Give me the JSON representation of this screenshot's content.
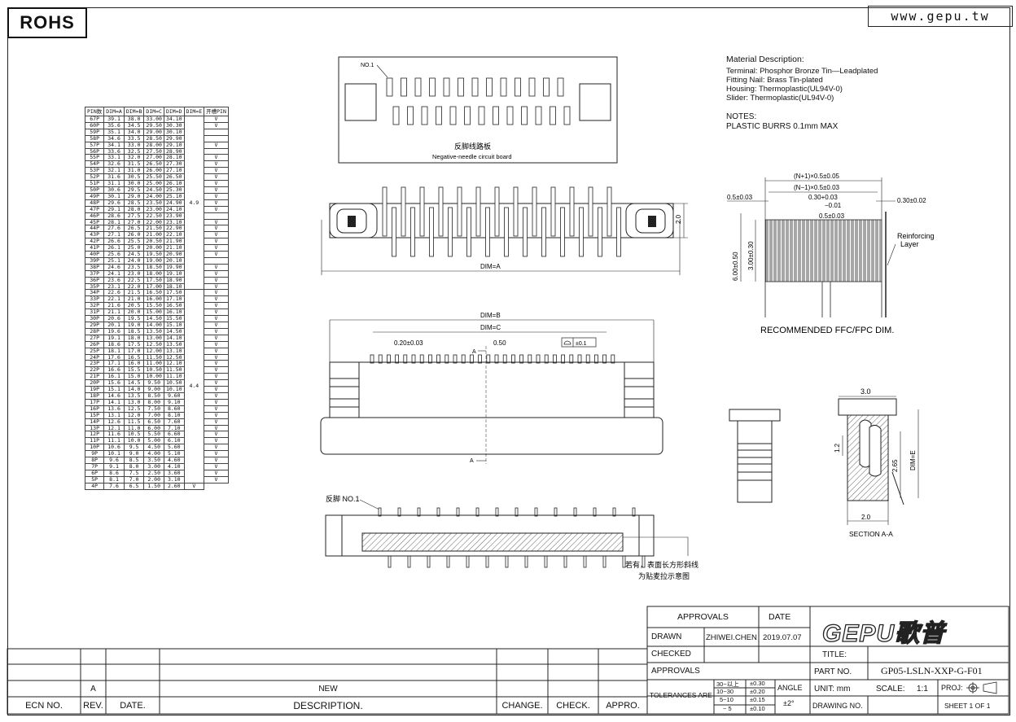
{
  "header": {
    "rohs": "ROHS",
    "website": "www.gepu.tw"
  },
  "pin_table": {
    "headers": [
      "PIN数",
      "DIM=A",
      "DIM=B",
      "DIM=C",
      "DIM=D",
      "DIM=E",
      "开槽PIN"
    ],
    "rows": [
      [
        "67P",
        "39.1",
        "38.0",
        "33.00",
        "34.10",
        "V"
      ],
      [
        "60P",
        "35.6",
        "34.5",
        "29.50",
        "30.30",
        "V"
      ],
      [
        "59P",
        "35.1",
        "34.0",
        "29.00",
        "30.10",
        ""
      ],
      [
        "58P",
        "34.6",
        "33.5",
        "28.50",
        "29.90",
        ""
      ],
      [
        "57P",
        "34.1",
        "33.0",
        "28.00",
        "29.10",
        "V"
      ],
      [
        "56P",
        "33.6",
        "32.5",
        "27.50",
        "28.90",
        ""
      ],
      [
        "55P",
        "33.1",
        "32.0",
        "27.00",
        "28.10",
        "V"
      ],
      [
        "54P",
        "32.6",
        "31.5",
        "26.50",
        "27.30",
        "V"
      ],
      [
        "53P",
        "32.1",
        "31.0",
        "26.00",
        "27.10",
        "V"
      ],
      [
        "52P",
        "31.6",
        "30.5",
        "25.50",
        "26.50",
        "V"
      ],
      [
        "51P",
        "31.1",
        "30.0",
        "25.00",
        "26.10",
        "V"
      ],
      [
        "50P",
        "30.6",
        "29.5",
        "24.50",
        "25.30",
        "V"
      ],
      [
        "49P",
        "30.1",
        "29.0",
        "24.00",
        "25.10",
        "V"
      ],
      [
        "48P",
        "29.6",
        "28.5",
        "23.50",
        "24.90",
        "V"
      ],
      [
        "47P",
        "29.1",
        "28.0",
        "23.00",
        "24.10",
        "V"
      ],
      [
        "46P",
        "28.6",
        "27.5",
        "22.50",
        "23.90",
        ""
      ],
      [
        "45P",
        "28.1",
        "27.0",
        "22.00",
        "23.10",
        "V"
      ],
      [
        "44P",
        "27.6",
        "26.5",
        "21.50",
        "22.90",
        "V"
      ],
      [
        "43P",
        "27.1",
        "26.0",
        "21.00",
        "22.10",
        "V"
      ],
      [
        "42P",
        "26.6",
        "25.5",
        "20.50",
        "21.90",
        "V"
      ],
      [
        "41P",
        "26.1",
        "25.0",
        "20.00",
        "21.10",
        "V"
      ],
      [
        "40P",
        "25.6",
        "24.5",
        "19.50",
        "20.90",
        "V"
      ],
      [
        "39P",
        "25.1",
        "24.0",
        "19.00",
        "20.10",
        ""
      ],
      [
        "38P",
        "24.6",
        "23.5",
        "18.50",
        "19.90",
        "V"
      ],
      [
        "37P",
        "24.1",
        "23.0",
        "18.00",
        "19.10",
        "V"
      ],
      [
        "36P",
        "23.6",
        "22.5",
        "17.50",
        "18.90",
        "V"
      ],
      [
        "35P",
        "23.1",
        "22.0",
        "17.00",
        "18.10",
        "V"
      ],
      [
        "34P",
        "22.6",
        "21.5",
        "16.50",
        "17.50",
        "V"
      ],
      [
        "33P",
        "22.1",
        "21.0",
        "16.00",
        "17.10",
        "V"
      ],
      [
        "32P",
        "21.6",
        "20.5",
        "15.50",
        "16.50",
        "V"
      ],
      [
        "31P",
        "21.1",
        "20.0",
        "15.00",
        "16.10",
        "V"
      ],
      [
        "30P",
        "20.6",
        "19.5",
        "14.50",
        "15.50",
        "V"
      ],
      [
        "29P",
        "20.1",
        "19.0",
        "14.00",
        "15.10",
        "V"
      ],
      [
        "28P",
        "19.6",
        "18.5",
        "13.50",
        "14.50",
        "V"
      ],
      [
        "27P",
        "19.1",
        "18.0",
        "13.00",
        "14.10",
        "V"
      ],
      [
        "26P",
        "18.6",
        "17.5",
        "12.50",
        "13.50",
        "V"
      ],
      [
        "25P",
        "18.1",
        "17.0",
        "12.00",
        "13.10",
        "V"
      ],
      [
        "24P",
        "17.6",
        "16.5",
        "11.50",
        "12.50",
        "V"
      ],
      [
        "23P",
        "17.1",
        "16.0",
        "11.00",
        "12.10",
        "V"
      ],
      [
        "22P",
        "16.6",
        "15.5",
        "10.50",
        "11.50",
        "V"
      ],
      [
        "21P",
        "16.1",
        "15.0",
        "10.00",
        "11.10",
        "V"
      ],
      [
        "20P",
        "15.6",
        "14.5",
        "9.50",
        "10.50",
        "V"
      ],
      [
        "19P",
        "15.1",
        "14.0",
        "9.00",
        "10.10",
        "V"
      ],
      [
        "18P",
        "14.6",
        "13.5",
        "8.50",
        "9.60",
        "V"
      ],
      [
        "17P",
        "14.1",
        "13.0",
        "8.00",
        "9.10",
        "V"
      ],
      [
        "16P",
        "13.6",
        "12.5",
        "7.50",
        "8.60",
        "V"
      ],
      [
        "15P",
        "13.1",
        "12.0",
        "7.00",
        "8.10",
        "V"
      ],
      [
        "14P",
        "12.6",
        "11.5",
        "6.50",
        "7.60",
        "V"
      ],
      [
        "13P",
        "12.1",
        "11.0",
        "6.00",
        "7.10",
        "V"
      ],
      [
        "12P",
        "11.6",
        "10.5",
        "5.50",
        "6.60",
        "V"
      ],
      [
        "11P",
        "11.1",
        "10.0",
        "5.00",
        "6.10",
        "V"
      ],
      [
        "10P",
        "10.6",
        "9.5",
        "4.50",
        "5.60",
        "V"
      ],
      [
        "9P",
        "10.1",
        "9.0",
        "4.00",
        "5.10",
        "V"
      ],
      [
        "8P",
        "9.6",
        "8.5",
        "3.50",
        "4.60",
        "V"
      ],
      [
        "7P",
        "9.1",
        "8.0",
        "3.00",
        "4.10",
        "V"
      ],
      [
        "6P",
        "8.6",
        "7.5",
        "2.50",
        "3.60",
        "V"
      ],
      [
        "5P",
        "8.1",
        "7.0",
        "2.00",
        "3.10",
        "V"
      ],
      [
        "4P",
        "7.6",
        "6.5",
        "1.50",
        "2.60",
        "V"
      ]
    ],
    "dim_e_groups": [
      {
        "value": "4.9",
        "rows": 27
      },
      {
        "value": "4.4",
        "rows": 30
      }
    ]
  },
  "material": {
    "title": "Material Description:",
    "lines": [
      "Terminal: Phosphor Bronze Tin—Leadplated",
      "Fitting Nail: Brass Tin-plated",
      "Housing: Thermoplastic(UL94V-0)",
      "Slider: Thermoplastic(UL94V-0)"
    ],
    "notes_title": "NOTES:",
    "notes": [
      "PLASTIC BURRS 0.1mm MAX"
    ]
  },
  "drawing": {
    "no1_top": "NO.1",
    "pcb_cn": "反脚线路板",
    "pcb_en": "Negative-needle circuit board",
    "dim_2_0": "2.0",
    "dim_a": "DIM=A",
    "dim_b": "DIM=B",
    "dim_c": "DIM=C",
    "pitch_tol": "0.20±0.03",
    "pitch": "0.50",
    "flatness": "±0.1",
    "section_a": "A",
    "reverse_no1": "反脚 NO.1",
    "hatch_note_1": "若有，表面长方形斜线",
    "hatch_note_2": "为贴麦拉示意图",
    "ffc_overall": "(N+1)×0.5±0.05",
    "ffc_inner": "(N−1)×0.5±0.03",
    "ffc_edge": "0.5±0.03",
    "ffc_lead_w": "0.30+0.03",
    "ffc_lead_w2": "−0.01",
    "ffc_pitch": "0.5±0.03",
    "ffc_thk": "0.30±0.02",
    "ffc_len": "6.00±0.50",
    "ffc_exp": "3.00±0.30",
    "reinforcing_1": "Reinforcing",
    "reinforcing_2": "Layer",
    "ffc_title": "RECOMMENDED FFC/FPC DIM.",
    "sec_w": "3.0",
    "sec_h1": "1.2",
    "sec_h2": "2.65",
    "sec_dime": "DIM=E",
    "sec_base": "2.0",
    "sec_title": "SECTION  A-A"
  },
  "title_block": {
    "approvals_hdr": "APPROVALS",
    "date_hdr": "DATE",
    "drawn": "DRAWN",
    "drawn_by": "ZHIWEI.CHEN",
    "drawn_date": "2019.07.07",
    "checked": "CHECKED",
    "approvals": "APPROVALS",
    "title_lbl": "TITLE:",
    "part_lbl": "PART NO.",
    "part_no": "GP05-LSLN-XXP-G-F01",
    "tolerances": "TOLERANCES ARE",
    "tol_rows": [
      [
        "30~以上",
        "±0.30"
      ],
      [
        "10~30",
        "±0.20"
      ],
      [
        "5~10",
        "±0.15"
      ],
      [
        "~ 5",
        "±0.10"
      ]
    ],
    "angle": "ANGLE",
    "angle_val": "±2°",
    "unit": "UNIT: mm",
    "scale": "SCALE:",
    "scale_val": "1:1",
    "proj": "PROJ:",
    "drawing_no": "DRAWING NO.",
    "sheet": "SHEET  1  OF  1",
    "logo": "GEPU歌普"
  },
  "revision": {
    "rev": "A",
    "desc": "NEW",
    "headers": [
      "ECN NO.",
      "REV.",
      "DATE.",
      "DESCRIPTION.",
      "CHANGE.",
      "CHECK.",
      "APPRO."
    ]
  }
}
